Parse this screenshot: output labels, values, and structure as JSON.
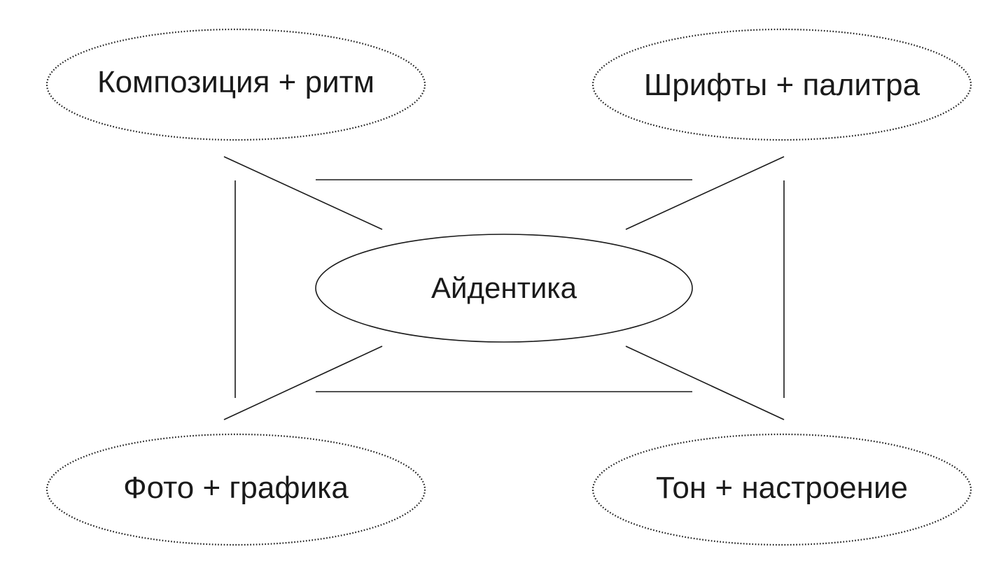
{
  "diagram": {
    "center": {
      "label": "Айдентика"
    },
    "nodes": [
      {
        "id": "top-left",
        "label": "Композиция + ритм"
      },
      {
        "id": "top-right",
        "label": "Шрифты + палитра"
      },
      {
        "id": "bottom-left",
        "label": "Фото + графика"
      },
      {
        "id": "bottom-right",
        "label": "Тон + настроение"
      }
    ]
  },
  "colors": {
    "background": "#ffffff",
    "stroke": "#1a1a1a",
    "text": "#1a1a1a"
  }
}
